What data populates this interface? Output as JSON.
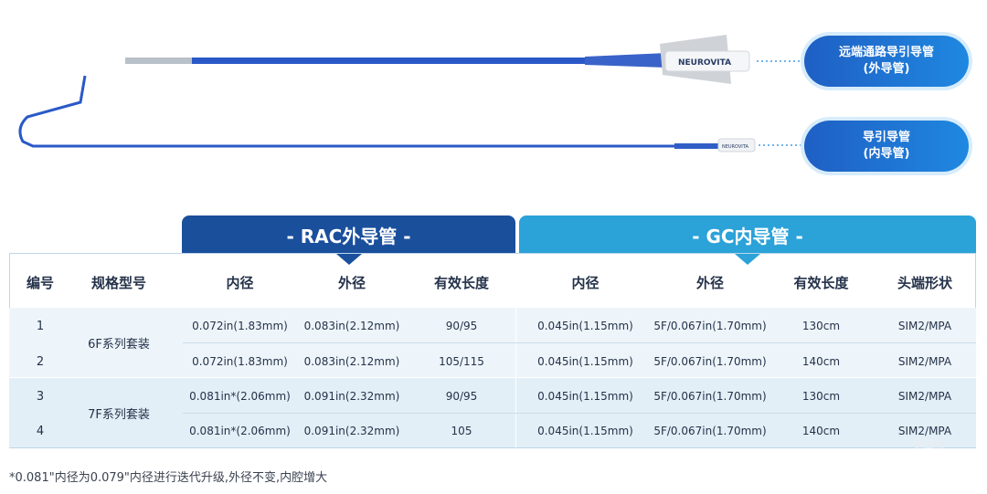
{
  "illustration": {
    "brand": "NEUROVITA",
    "callouts": [
      {
        "line1": "远端通路导引导管",
        "line2": "(外导管)"
      },
      {
        "line1": "导引导管",
        "line2": "(内导管)"
      }
    ],
    "colors": {
      "catheter": "#2a59c7",
      "callout": "#1f6fd6"
    }
  },
  "table": {
    "group_headers": {
      "rac": "- RAC外导管 -",
      "gc": "- GC内导管 -"
    },
    "columns": [
      "编号",
      "规格型号",
      "内径",
      "外径",
      "有效长度",
      "内径",
      "外径",
      "有效长度",
      "头端形状"
    ],
    "groups": [
      {
        "label": "6F系列套装"
      },
      {
        "label": "7F系列套装"
      }
    ],
    "rows": [
      {
        "no": "1",
        "rac_id": "0.072in(1.83mm)",
        "rac_od": "0.083in(2.12mm)",
        "rac_len": "90/95",
        "gc_id": "0.045in(1.15mm)",
        "gc_od": "5F/0.067in(1.70mm)",
        "gc_len": "130cm",
        "tip": "SIM2/MPA"
      },
      {
        "no": "2",
        "rac_id": "0.072in(1.83mm)",
        "rac_od": "0.083in(2.12mm)",
        "rac_len": "105/115",
        "gc_id": "0.045in(1.15mm)",
        "gc_od": "5F/0.067in(1.70mm)",
        "gc_len": "140cm",
        "tip": "SIM2/MPA"
      },
      {
        "no": "3",
        "rac_id": "0.081in*(2.06mm)",
        "rac_od": "0.091in(2.32mm)",
        "rac_len": "90/95",
        "gc_id": "0.045in(1.15mm)",
        "gc_od": "5F/0.067in(1.70mm)",
        "gc_len": "130cm",
        "tip": "SIM2/MPA"
      },
      {
        "no": "4",
        "rac_id": "0.081in*(2.06mm)",
        "rac_od": "0.091in(2.32mm)",
        "rac_len": "105",
        "gc_id": "0.045in(1.15mm)",
        "gc_od": "5F/0.067in(1.70mm)",
        "gc_len": "140cm",
        "tip": "SIM2/MPA"
      }
    ],
    "colors": {
      "rac_header": "#1a4f9c",
      "gc_header": "#2ba2d8",
      "band_alt": "#e6f1f7"
    }
  },
  "footnote": "*0.081\"内径为0.079\"内径进行迭代升级,外径不变,内腔增大",
  "watermark": "快医讯"
}
